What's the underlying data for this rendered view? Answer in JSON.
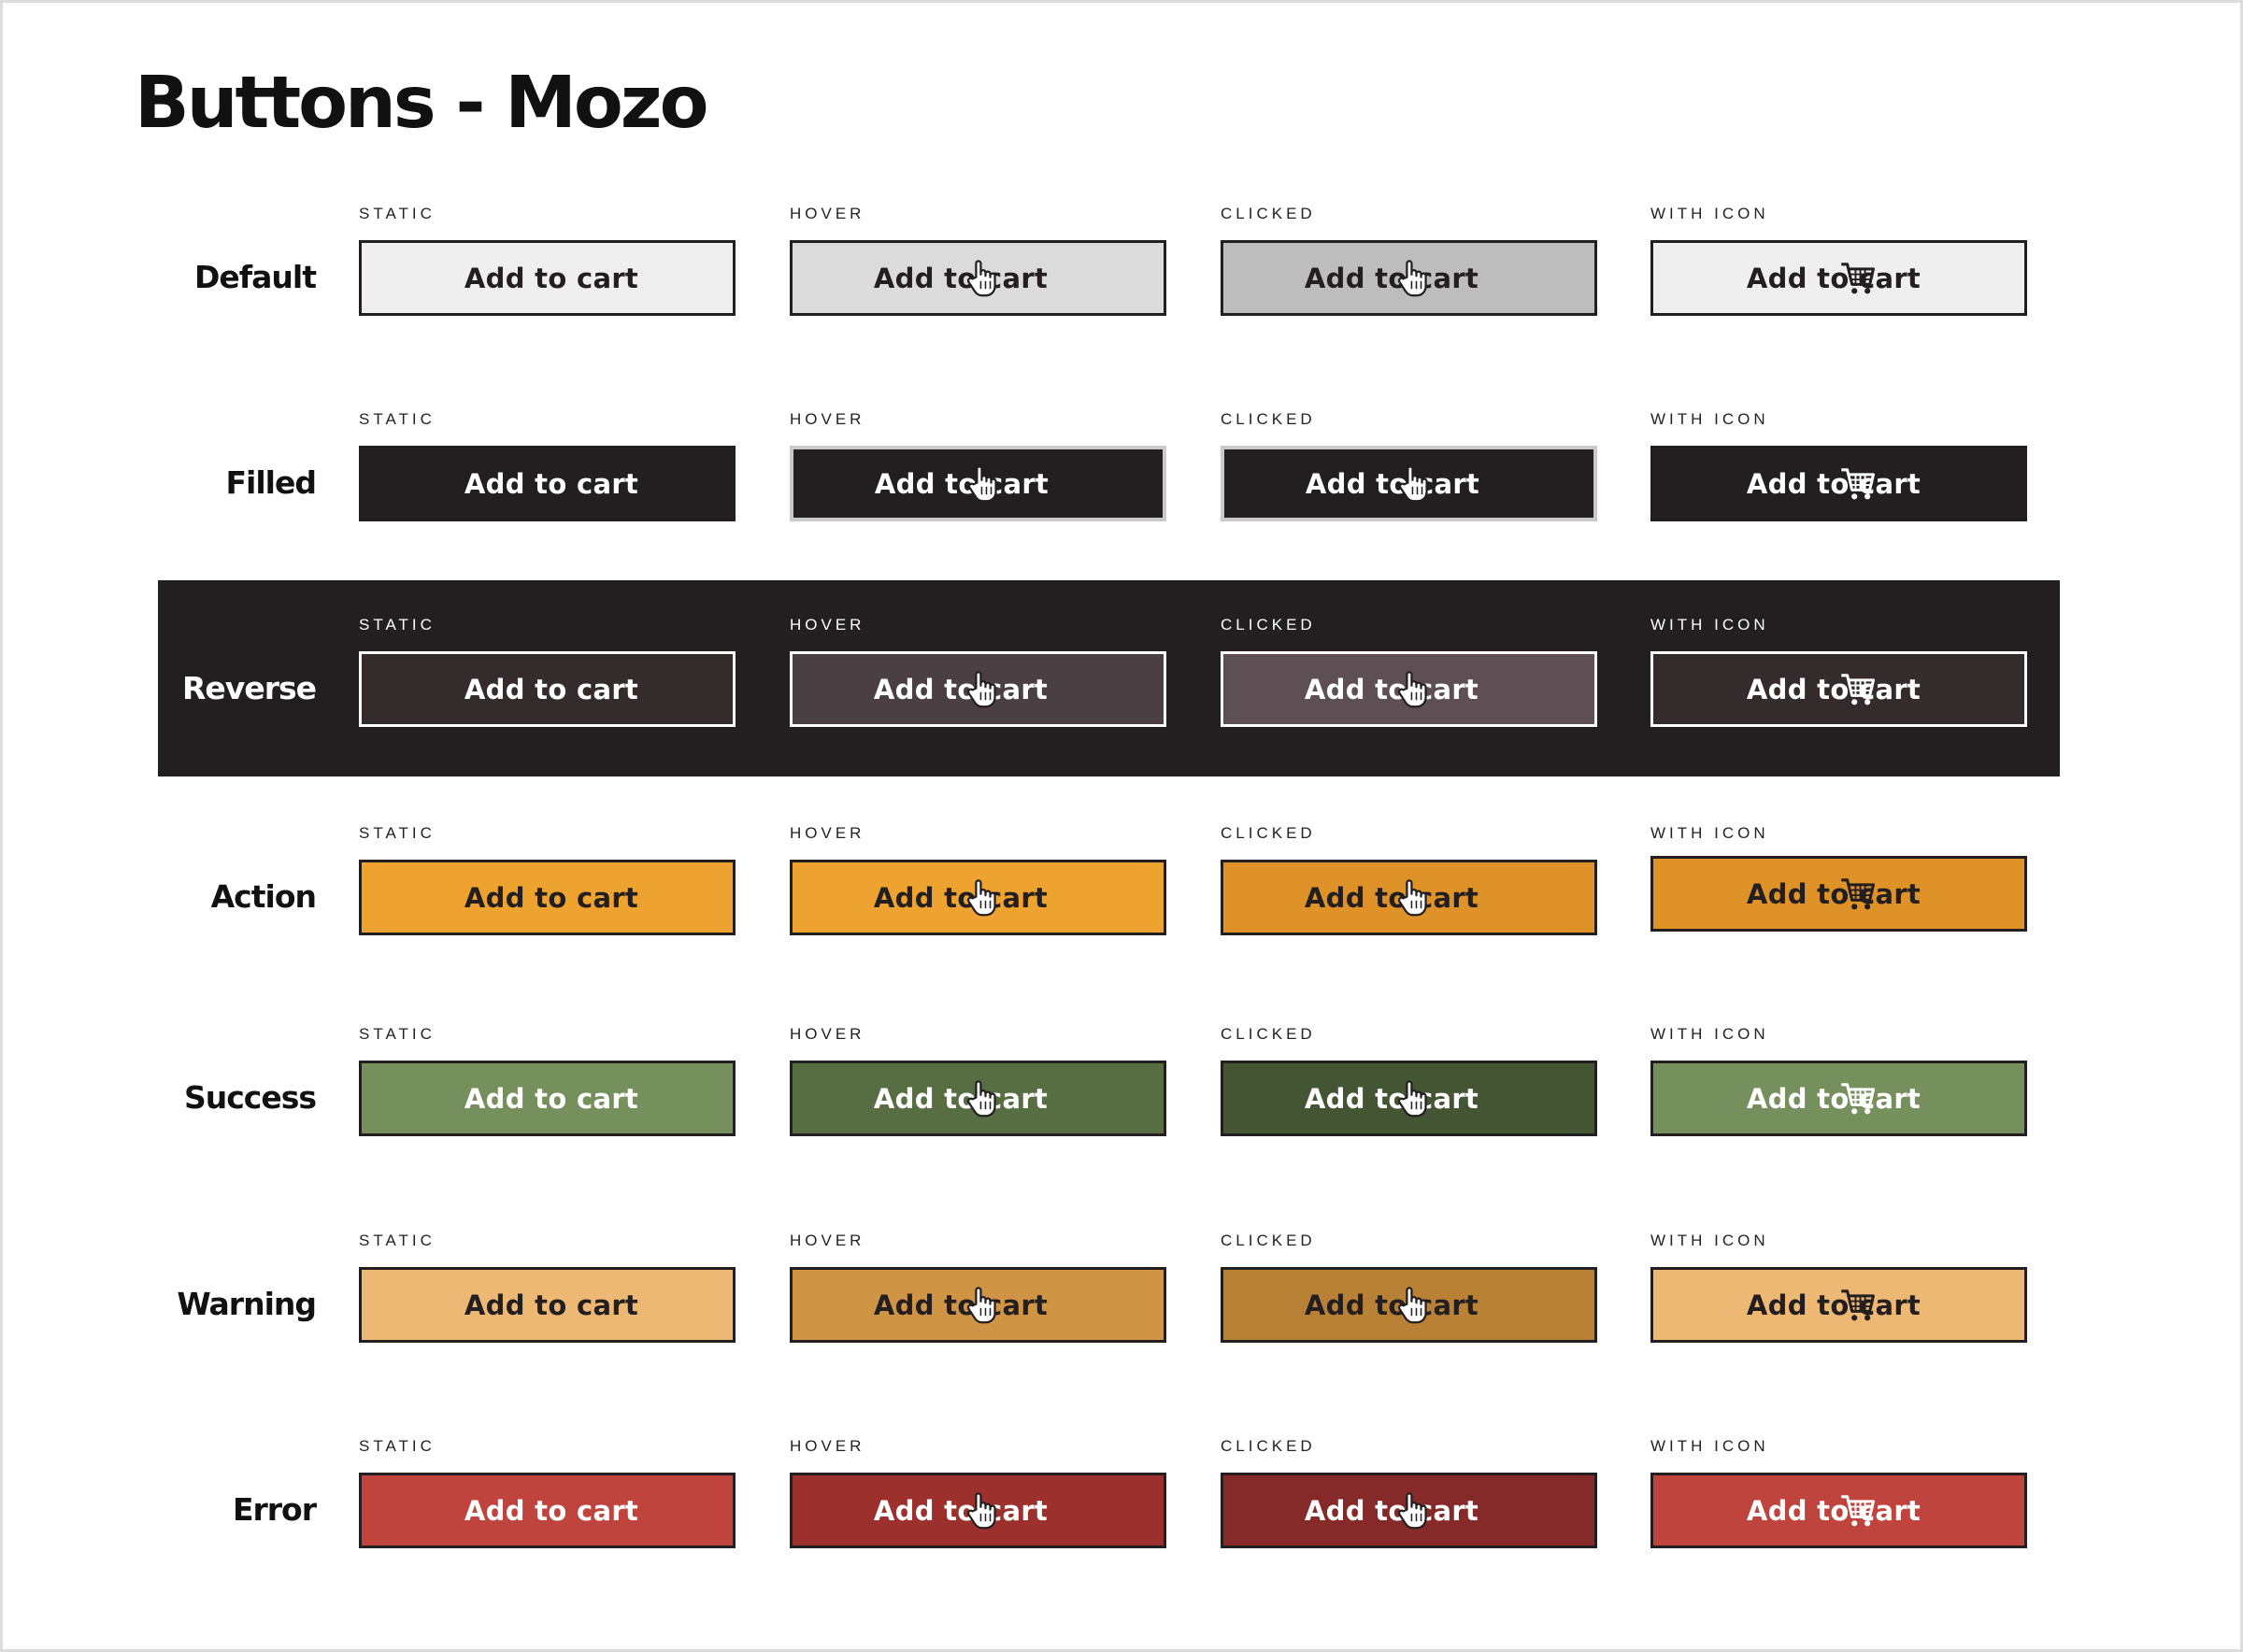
{
  "page": {
    "title": "Buttons - Mozo"
  },
  "states": {
    "static": "STATIC",
    "hover": "HOVER",
    "clicked": "CLICKED",
    "with_icon": "WITH ICON"
  },
  "icons": {
    "hover": "hand-pointer-icon",
    "clicked": "hand-pointer-icon",
    "with_icon": "shopping-cart-icon"
  },
  "rows": [
    {
      "label": "Default",
      "buttons": [
        {
          "label": "Add to cart",
          "bg": "#efefef",
          "fg": "#231f20"
        },
        {
          "label": "Add to cart",
          "bg": "#dbdbdb",
          "fg": "#231f20"
        },
        {
          "label": "Add to cart",
          "bg": "#bdbdbd",
          "fg": "#231f20"
        },
        {
          "label": "Add to cart",
          "bg": "#efefef",
          "fg": "#231f20"
        }
      ]
    },
    {
      "label": "Filled",
      "buttons": [
        {
          "label": "Add to cart",
          "bg": "#231f20",
          "fg": "#ffffff"
        },
        {
          "label": "Add to cart",
          "bg": "#231f20",
          "fg": "#ffffff"
        },
        {
          "label": "Add to cart",
          "bg": "#231f20",
          "fg": "#ffffff"
        },
        {
          "label": "Add to cart",
          "bg": "#231f20",
          "fg": "#ffffff"
        }
      ]
    },
    {
      "label": "Reverse",
      "band_color": "#231f20",
      "buttons": [
        {
          "label": "Add to cart",
          "bg": "#342b2d",
          "fg": "#ffffff"
        },
        {
          "label": "Add to cart",
          "bg": "#4a3f42",
          "fg": "#ffffff"
        },
        {
          "label": "Add to cart",
          "bg": "#5d4f53",
          "fg": "#ffffff"
        },
        {
          "label": "Add to cart",
          "bg": "#342b2d",
          "fg": "#ffffff"
        }
      ]
    },
    {
      "label": "Action",
      "buttons": [
        {
          "label": "Add to cart",
          "bg": "#eea22f",
          "fg": "#231f20"
        },
        {
          "label": "Add to cart",
          "bg": "#eea22f",
          "fg": "#231f20"
        },
        {
          "label": "Add to cart",
          "bg": "#df9228",
          "fg": "#231f20"
        },
        {
          "label": "Add to cart",
          "bg": "#df9228",
          "fg": "#231f20"
        }
      ]
    },
    {
      "label": "Success",
      "buttons": [
        {
          "label": "Add to cart",
          "bg": "#75905c",
          "fg": "#ffffff"
        },
        {
          "label": "Add to cart",
          "bg": "#576e43",
          "fg": "#ffffff"
        },
        {
          "label": "Add to cart",
          "bg": "#435533",
          "fg": "#ffffff"
        },
        {
          "label": "Add to cart",
          "bg": "#75905c",
          "fg": "#ffffff"
        }
      ]
    },
    {
      "label": "Warning",
      "buttons": [
        {
          "label": "Add to cart",
          "bg": "#edb874",
          "fg": "#231f20"
        },
        {
          "label": "Add to cart",
          "bg": "#cf9444",
          "fg": "#231f20"
        },
        {
          "label": "Add to cart",
          "bg": "#b88136",
          "fg": "#231f20"
        },
        {
          "label": "Add to cart",
          "bg": "#edb874",
          "fg": "#231f20"
        }
      ]
    },
    {
      "label": "Error",
      "buttons": [
        {
          "label": "Add to cart",
          "bg": "#c0443e",
          "fg": "#ffffff"
        },
        {
          "label": "Add to cart",
          "bg": "#9c302c",
          "fg": "#ffffff"
        },
        {
          "label": "Add to cart",
          "bg": "#852a28",
          "fg": "#ffffff"
        },
        {
          "label": "Add to cart",
          "bg": "#c0443e",
          "fg": "#ffffff"
        }
      ]
    }
  ]
}
